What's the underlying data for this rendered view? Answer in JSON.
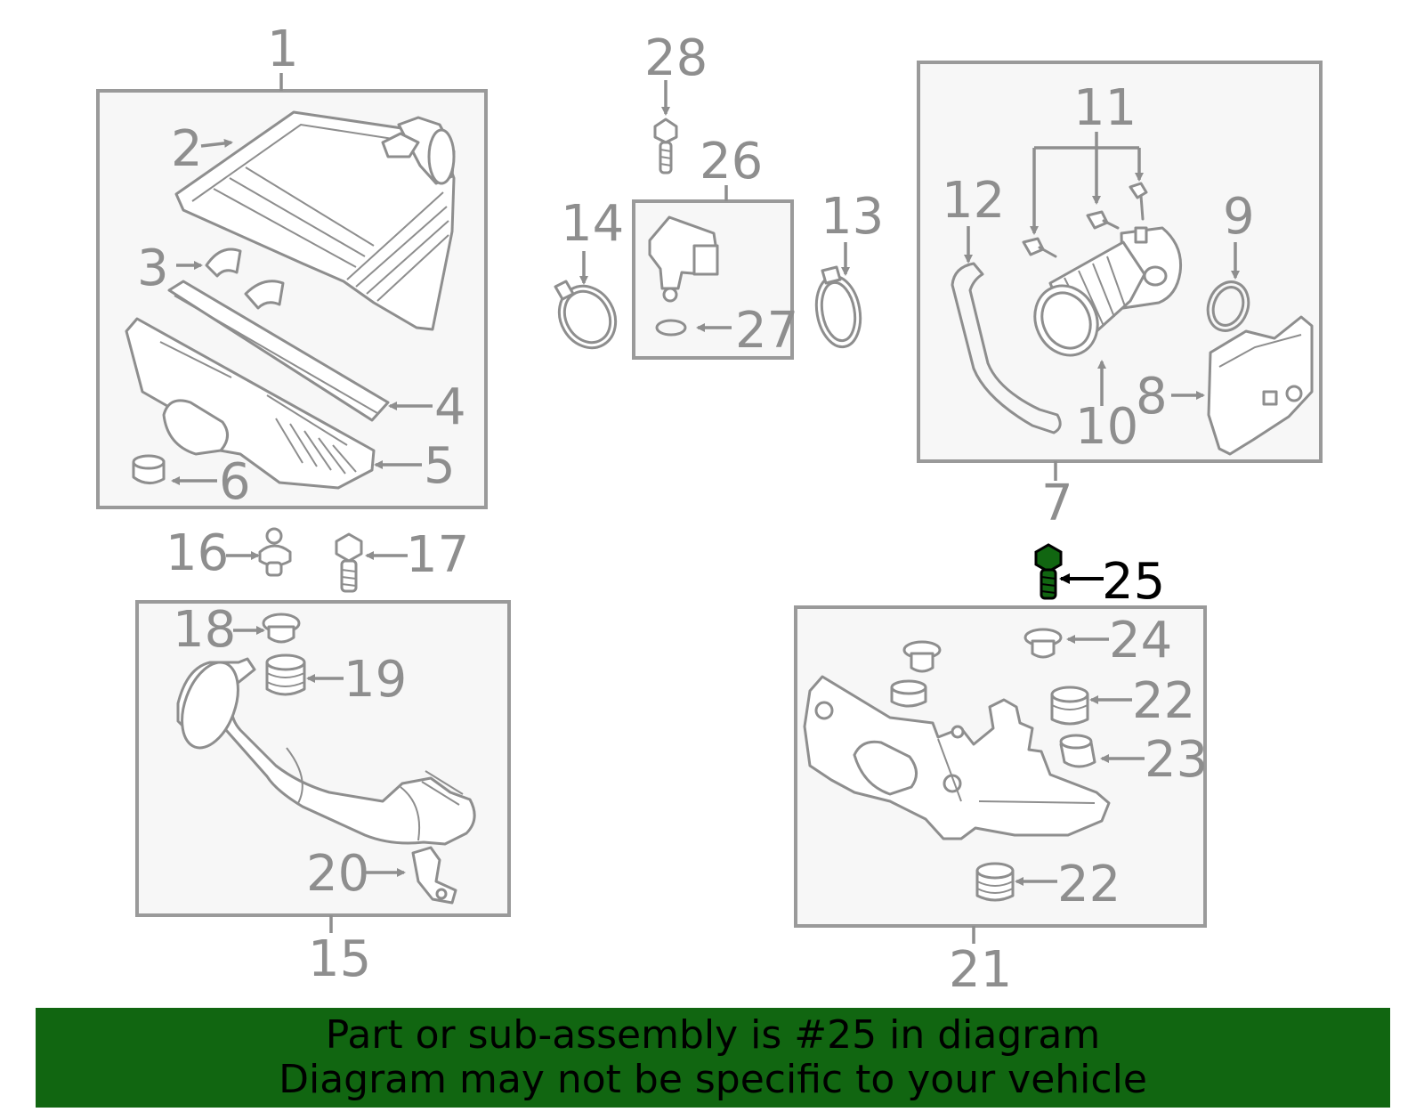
{
  "callouts": {
    "c1": "1",
    "c2": "2",
    "c3": "3",
    "c4": "4",
    "c5": "5",
    "c6": "6",
    "c7": "7",
    "c8": "8",
    "c9": "9",
    "c10": "10",
    "c11": "11",
    "c12": "12",
    "c13": "13",
    "c14": "14",
    "c15": "15",
    "c16": "16",
    "c17": "17",
    "c18": "18",
    "c19": "19",
    "c20": "20",
    "c21": "21",
    "c22a": "22",
    "c22b": "22",
    "c23": "23",
    "c24": "24",
    "c25": "25",
    "c26": "26",
    "c27": "27",
    "c28": "28"
  },
  "highlight": {
    "part_number": "25",
    "color": "#116611"
  },
  "banner": {
    "line1": "Part or sub-assembly is #25 in diagram",
    "line2": "Diagram may not be specific to your vehicle",
    "background": "#116611"
  },
  "colors": {
    "line": "#8e8e8e",
    "box_fill": "#f7f7f7",
    "highlight_text": "#000000"
  }
}
